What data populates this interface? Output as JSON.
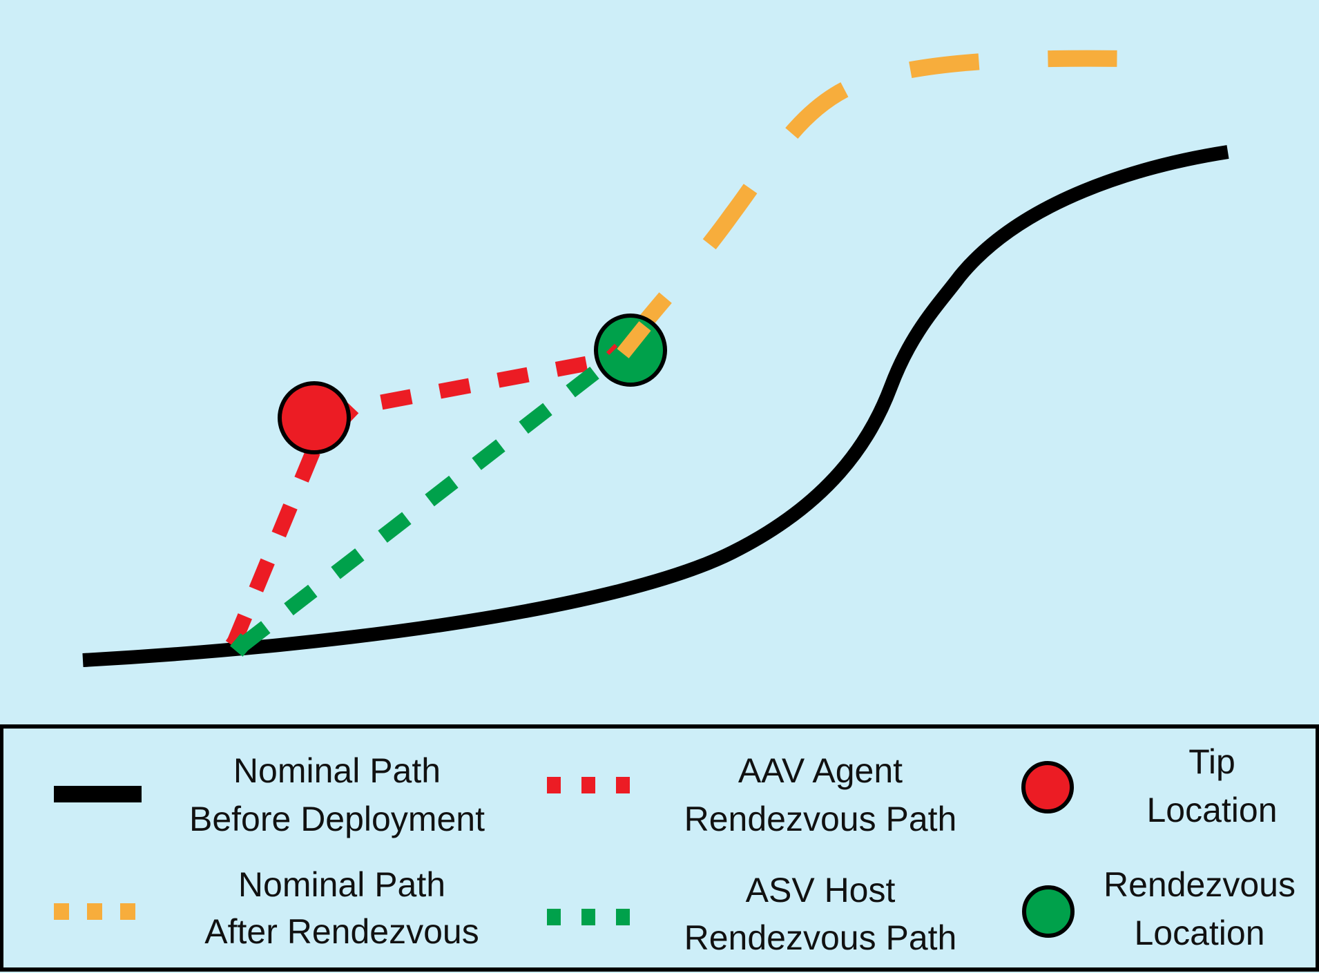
{
  "colors": {
    "background": "#cdeef8",
    "nominal_before": "#000000",
    "nominal_after": "#f7ad3c",
    "agent_path": "#ec1c24",
    "host_path": "#00a14b",
    "tip_marker": "#ec1c24",
    "rendezvous_marker": "#00a14b",
    "outline": "#000000"
  },
  "legend": {
    "nominal_before": {
      "line1": "Nominal Path",
      "line2": "Before Deployment"
    },
    "nominal_after": {
      "line1": "Nominal Path",
      "line2": "After Rendezvous"
    },
    "agent_path": {
      "line1": "AAV Agent",
      "line2": "Rendezvous Path"
    },
    "host_path": {
      "line1": "ASV Host",
      "line2": "Rendezvous Path"
    },
    "tip_location": {
      "line1": "Tip",
      "line2": "Location"
    },
    "rendezvous_location": {
      "line1": "Rendezvous",
      "line2": "Location"
    }
  }
}
